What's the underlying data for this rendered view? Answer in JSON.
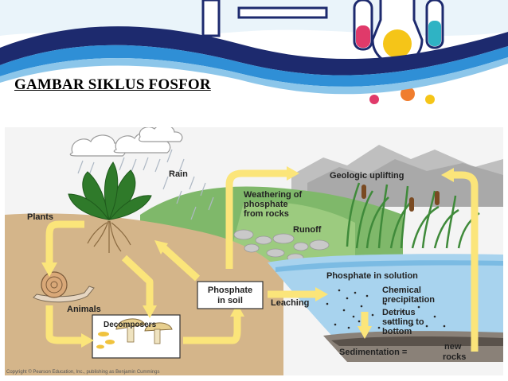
{
  "slide": {
    "title": "GAMBAR SIKLUS FOSFOR"
  },
  "diagram": {
    "labels": {
      "rain": "Rain",
      "geologic_uplifting": "Geologic uplifting",
      "weathering_1": "Weathering of",
      "weathering_2": "phosphate",
      "weathering_3": "from rocks",
      "runoff": "Runoff",
      "plants": "Plants",
      "phosphate_soil_1": "Phosphate",
      "phosphate_soil_2": "in soil",
      "phosphate_solution": "Phosphate in solution",
      "chemical_1": "Chemical",
      "chemical_2": "precipitation",
      "detritus_1": "Detritus",
      "detritus_2": "settling to",
      "detritus_3": "bottom",
      "leaching": "Leaching",
      "animals": "Animals",
      "decomposers": "Decomposers",
      "sedimentation_1": "Sedimentation =",
      "sedimentation_2": "new",
      "sedimentation_3": "rocks",
      "copyright": "Copyright © Pearson Education, Inc., publishing as Benjamin Cummings"
    },
    "colors": {
      "arrow": "#fbe57a",
      "soil": "#d4b58a",
      "water": "#a8d3ee",
      "sky": "#f4f4f4",
      "header_navy": "#1d2a6e",
      "header_blue": "#2f8fd6"
    }
  }
}
